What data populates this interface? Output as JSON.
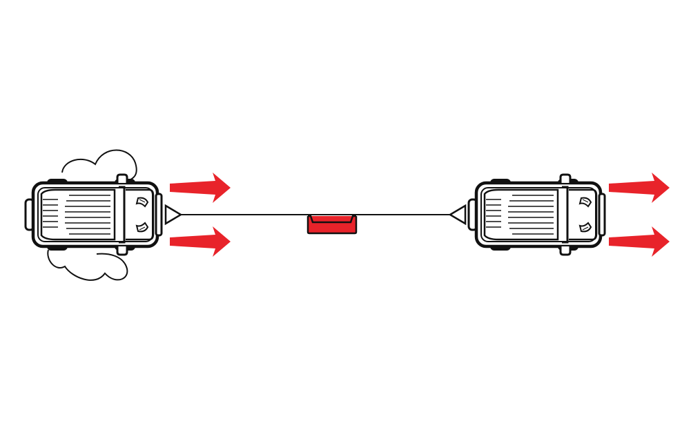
{
  "colors": {
    "background": "#ffffff",
    "outline": "#111111",
    "arrow": "#e8232a",
    "pad": "#e8232a",
    "body_fill": "#ffffff"
  },
  "diagram": {
    "elements": [
      {
        "name": "stuck-vehicle",
        "kind": "vehicle-top-view",
        "state": "stuck",
        "facing": "right"
      },
      {
        "name": "mud-outline",
        "kind": "terrain-outline",
        "around": "stuck-vehicle"
      },
      {
        "name": "recovery-vehicle",
        "kind": "vehicle-top-view",
        "state": "pulling",
        "facing": "right"
      },
      {
        "name": "tow-line",
        "kind": "line",
        "connects": [
          "stuck-vehicle",
          "recovery-vehicle"
        ]
      },
      {
        "name": "line-damper",
        "kind": "pad",
        "on": "tow-line"
      },
      {
        "name": "stuck-vehicle-arrows",
        "kind": "direction-arrow",
        "count": 2,
        "direction": "right"
      },
      {
        "name": "recovery-vehicle-arrows",
        "kind": "direction-arrow",
        "count": 2,
        "direction": "right"
      }
    ]
  }
}
